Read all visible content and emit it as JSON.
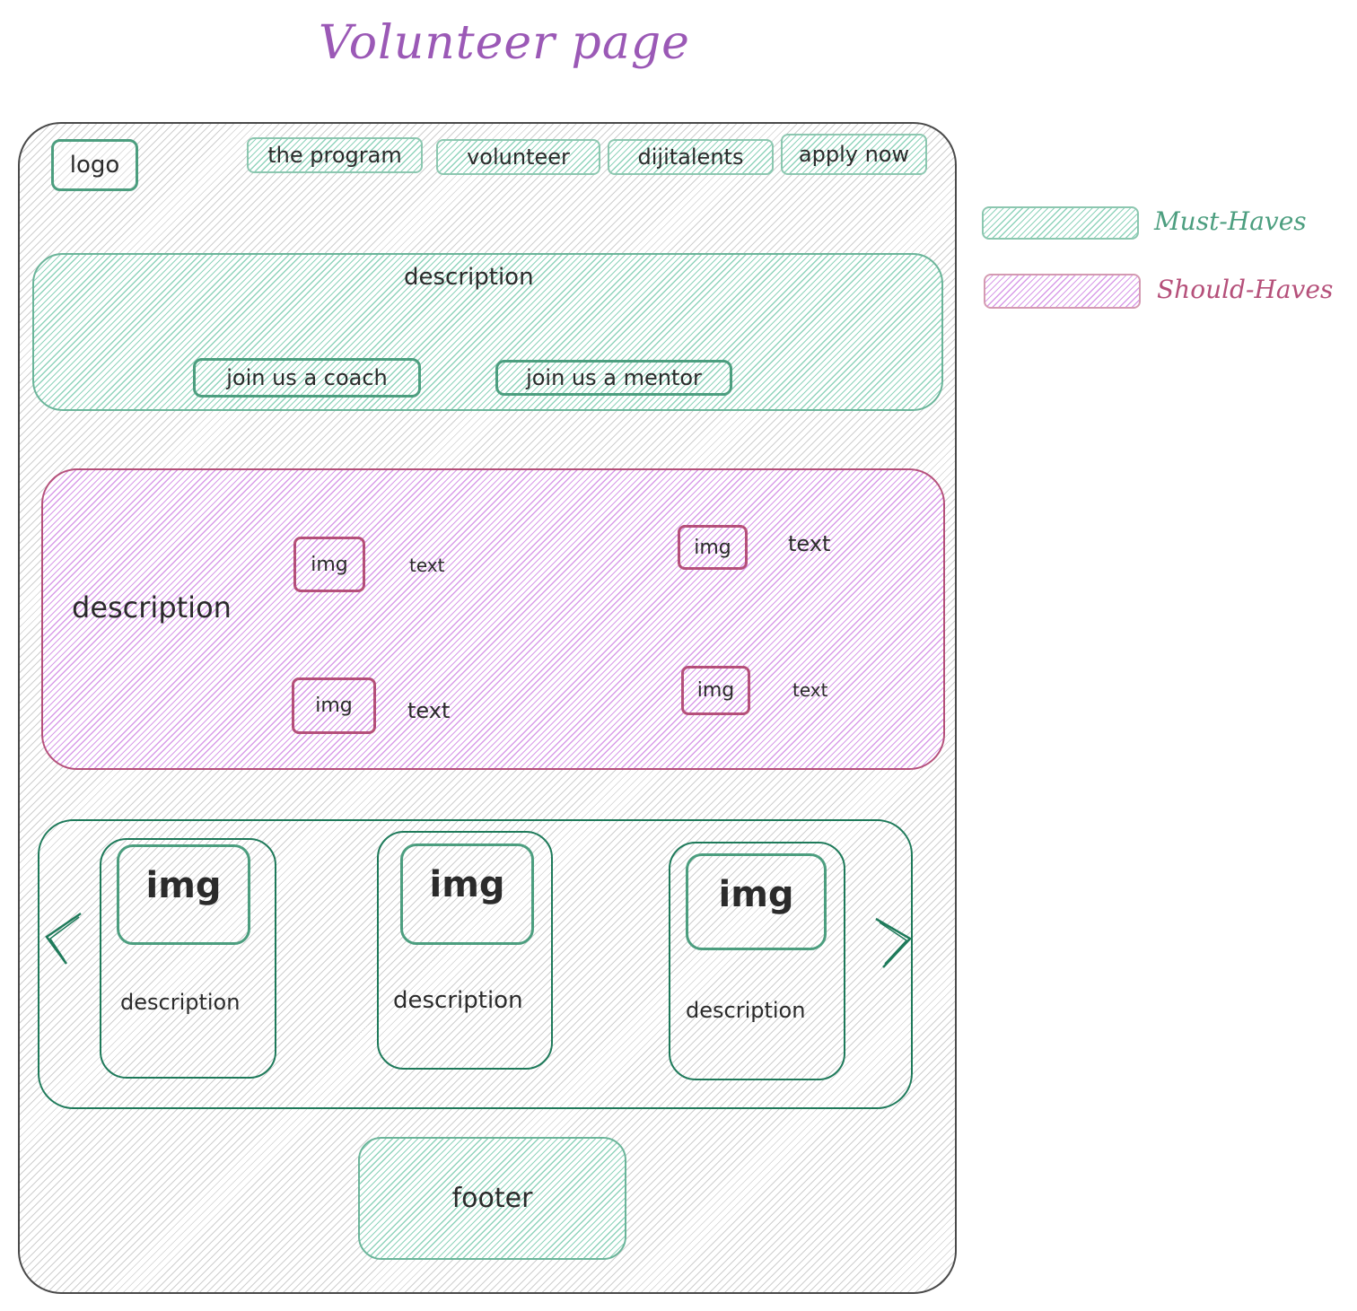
{
  "title": "Volunteer page",
  "nav": {
    "logo": "logo",
    "items": [
      "the program",
      "volunteer",
      "dijitalents",
      "apply now"
    ]
  },
  "hero": {
    "description": "description",
    "buttons": [
      "join us a coach",
      "join us a mentor"
    ]
  },
  "features": {
    "description": "description",
    "items": [
      {
        "img": "img",
        "text": "text"
      },
      {
        "img": "img",
        "text": "text"
      },
      {
        "img": "img",
        "text": "text"
      },
      {
        "img": "img",
        "text": "text"
      }
    ]
  },
  "carousel": {
    "prev": "<",
    "next": ">",
    "cards": [
      {
        "img": "img",
        "description": "description"
      },
      {
        "img": "img",
        "description": "description"
      },
      {
        "img": "img",
        "description": "description"
      }
    ]
  },
  "footer": "footer",
  "legend": {
    "must": "Must-Haves",
    "should": "Should-Haves"
  },
  "colors": {
    "must": "#4c9e7f",
    "should": "#b5507a",
    "title": "#9b59b6"
  }
}
